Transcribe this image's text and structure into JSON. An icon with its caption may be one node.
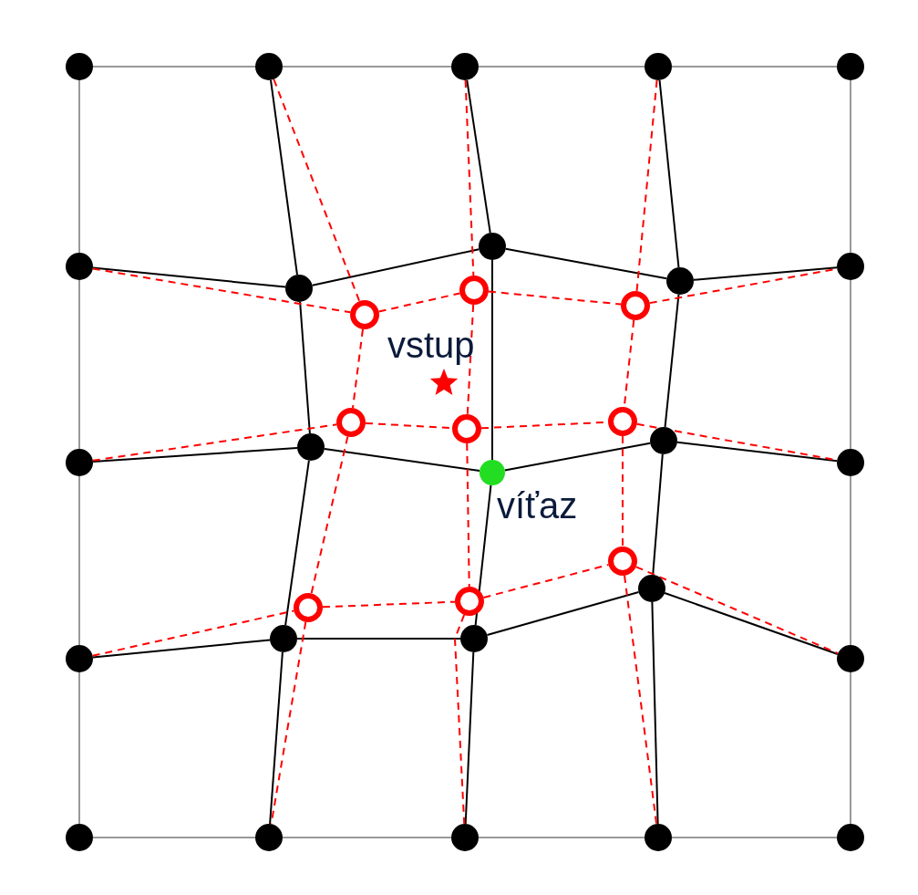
{
  "diagram": {
    "nodes": [
      {
        "text": [],
        "shape": "circle"
      },
      {
        "text": [],
        "shape": "circle"
      },
      {
        "text": [],
        "shape": "circle"
      },
      {
        "text": [],
        "shape": "circle"
      },
      {
        "text": [],
        "shape": "circle"
      },
      {
        "text": [],
        "shape": "circle"
      },
      {
        "text": [],
        "shape": "circle"
      },
      {
        "text": [],
        "shape": "circle"
      },
      {
        "text": [],
        "shape": "circle"
      },
      {
        "text": [],
        "shape": "circle"
      },
      {
        "text": [],
        "shape": "circle"
      },
      {
        "text": [],
        "shape": "circle"
      },
      {
        "text": [],
        "shape": "circle",
        "beside": [
          "víťaz"
        ]
      },
      {
        "text": [],
        "shape": "circle"
      },
      {
        "text": [],
        "shape": "circle"
      },
      {
        "text": [],
        "shape": "circle"
      },
      {
        "text": [],
        "shape": "circle"
      },
      {
        "text": [],
        "shape": "circle"
      },
      {
        "text": [],
        "shape": "circle"
      },
      {
        "text": [],
        "shape": "circle"
      },
      {
        "text": [],
        "shape": "circle"
      },
      {
        "text": [],
        "shape": "circle"
      },
      {
        "text": [],
        "shape": "circle"
      },
      {
        "text": [],
        "shape": "circle"
      },
      {
        "text": [],
        "shape": "circle"
      },
      {
        "text": [],
        "shape": "ring"
      },
      {
        "text": [],
        "shape": "ring"
      },
      {
        "text": [],
        "shape": "ring"
      },
      {
        "text": [],
        "shape": "ring"
      },
      {
        "text": [],
        "shape": "ring"
      },
      {
        "text": [],
        "shape": "ring"
      },
      {
        "text": [],
        "shape": "ring"
      },
      {
        "text": [],
        "shape": "ring"
      },
      {
        "text": [],
        "shape": "ring"
      },
      {
        "text": [],
        "shape": "star",
        "beside": [
          "vstup"
        ]
      }
    ],
    "edges": [
      {
        "from": 0,
        "to": 1,
        "arrow": "none",
        "color": "#999999"
      },
      {
        "from": 1,
        "to": 2,
        "arrow": "none",
        "color": "#999999"
      },
      {
        "from": 2,
        "to": 3,
        "arrow": "none",
        "color": "#999999"
      },
      {
        "from": 3,
        "to": 4,
        "arrow": "none",
        "color": "#999999"
      },
      {
        "from": 5,
        "to": 6,
        "arrow": "none"
      },
      {
        "from": 6,
        "to": 7,
        "arrow": "none"
      },
      {
        "from": 7,
        "to": 8,
        "arrow": "none"
      },
      {
        "from": 8,
        "to": 9,
        "arrow": "none"
      },
      {
        "from": 10,
        "to": 11,
        "arrow": "none"
      },
      {
        "from": 11,
        "to": 12,
        "arrow": "none"
      },
      {
        "from": 12,
        "to": 13,
        "arrow": "none"
      },
      {
        "from": 13,
        "to": 14,
        "arrow": "none"
      },
      {
        "from": 15,
        "to": 16,
        "arrow": "none"
      },
      {
        "from": 16,
        "to": 17,
        "arrow": "none"
      },
      {
        "from": 17,
        "to": 18,
        "arrow": "none"
      },
      {
        "from": 18,
        "to": 19,
        "arrow": "none"
      },
      {
        "from": 20,
        "to": 21,
        "arrow": "none",
        "color": "#999999"
      },
      {
        "from": 21,
        "to": 22,
        "arrow": "none",
        "color": "#999999"
      },
      {
        "from": 22,
        "to": 23,
        "arrow": "none",
        "color": "#999999"
      },
      {
        "from": 23,
        "to": 24,
        "arrow": "none",
        "color": "#999999"
      },
      {
        "from": 0,
        "to": 5,
        "arrow": "none",
        "color": "#999999"
      },
      {
        "from": 1,
        "to": 6,
        "arrow": "none"
      },
      {
        "from": 2,
        "to": 7,
        "arrow": "none"
      },
      {
        "from": 3,
        "to": 8,
        "arrow": "none"
      },
      {
        "from": 4,
        "to": 9,
        "arrow": "none",
        "color": "#999999"
      },
      {
        "from": 5,
        "to": 10,
        "arrow": "none",
        "color": "#999999"
      },
      {
        "from": 6,
        "to": 11,
        "arrow": "none"
      },
      {
        "from": 7,
        "to": 12,
        "arrow": "none"
      },
      {
        "from": 8,
        "to": 13,
        "arrow": "none"
      },
      {
        "from": 9,
        "to": 14,
        "arrow": "none",
        "color": "#999999"
      },
      {
        "from": 10,
        "to": 15,
        "arrow": "none",
        "color": "#999999"
      },
      {
        "from": 11,
        "to": 16,
        "arrow": "none"
      },
      {
        "from": 12,
        "to": 17,
        "arrow": "none"
      },
      {
        "from": 13,
        "to": 18,
        "arrow": "none"
      },
      {
        "from": 14,
        "to": 19,
        "arrow": "none",
        "color": "#999999"
      },
      {
        "from": 15,
        "to": 20,
        "arrow": "none",
        "color": "#999999"
      },
      {
        "from": 16,
        "to": 21,
        "arrow": "none"
      },
      {
        "from": 17,
        "to": 22,
        "arrow": "none"
      },
      {
        "from": 18,
        "to": 23,
        "arrow": "none"
      },
      {
        "from": 19,
        "to": 24,
        "arrow": "none",
        "color": "#999999"
      },
      {
        "from": 5,
        "to": 25,
        "arrow": "none",
        "style": "dashed",
        "color": "#ff0000"
      },
      {
        "from": 25,
        "to": 26,
        "arrow": "none",
        "style": "dashed",
        "color": "#ff0000"
      },
      {
        "from": 26,
        "to": 27,
        "arrow": "none",
        "style": "dashed",
        "color": "#ff0000"
      },
      {
        "from": 27,
        "to": 9,
        "arrow": "none",
        "style": "dashed",
        "color": "#ff0000"
      },
      {
        "from": 10,
        "to": 28,
        "arrow": "none",
        "style": "dashed",
        "color": "#ff0000"
      },
      {
        "from": 28,
        "to": 29,
        "arrow": "none",
        "style": "dashed",
        "color": "#ff0000"
      },
      {
        "from": 29,
        "to": 30,
        "arrow": "none",
        "style": "dashed",
        "color": "#ff0000"
      },
      {
        "from": 30,
        "to": 14,
        "arrow": "none",
        "style": "dashed",
        "color": "#ff0000"
      },
      {
        "from": 15,
        "to": 31,
        "arrow": "none",
        "style": "dashed",
        "color": "#ff0000"
      },
      {
        "from": 31,
        "to": 32,
        "arrow": "none",
        "style": "dashed",
        "color": "#ff0000"
      },
      {
        "from": 32,
        "to": 33,
        "arrow": "none",
        "style": "dashed",
        "color": "#ff0000"
      },
      {
        "from": 33,
        "to": 19,
        "arrow": "none",
        "style": "dashed",
        "color": "#ff0000"
      },
      {
        "from": 1,
        "to": 25,
        "arrow": "none",
        "style": "dashed",
        "color": "#ff0000"
      },
      {
        "from": 25,
        "to": 28,
        "arrow": "none",
        "style": "dashed",
        "color": "#ff0000"
      },
      {
        "from": 28,
        "to": 31,
        "arrow": "none",
        "style": "dashed",
        "color": "#ff0000"
      },
      {
        "from": 31,
        "to": 21,
        "arrow": "none",
        "style": "dashed",
        "color": "#ff0000"
      },
      {
        "from": 2,
        "to": 26,
        "arrow": "none",
        "style": "dashed",
        "color": "#ff0000"
      },
      {
        "from": 26,
        "to": 29,
        "arrow": "none",
        "style": "dashed",
        "color": "#ff0000"
      },
      {
        "from": 29,
        "to": 32,
        "arrow": "none",
        "style": "dashed",
        "color": "#ff0000"
      },
      {
        "from": 32,
        "to": 22,
        "arrow": "none",
        "style": "dashed",
        "color": "#ff0000"
      },
      {
        "from": 3,
        "to": 27,
        "arrow": "none",
        "style": "dashed",
        "color": "#ff0000"
      },
      {
        "from": 27,
        "to": 30,
        "arrow": "none",
        "style": "dashed",
        "color": "#ff0000"
      },
      {
        "from": 30,
        "to": 33,
        "arrow": "none",
        "style": "dashed",
        "color": "#ff0000"
      },
      {
        "from": 33,
        "to": 23,
        "arrow": "none",
        "style": "dashed",
        "color": "#ff0000"
      }
    ]
  }
}
